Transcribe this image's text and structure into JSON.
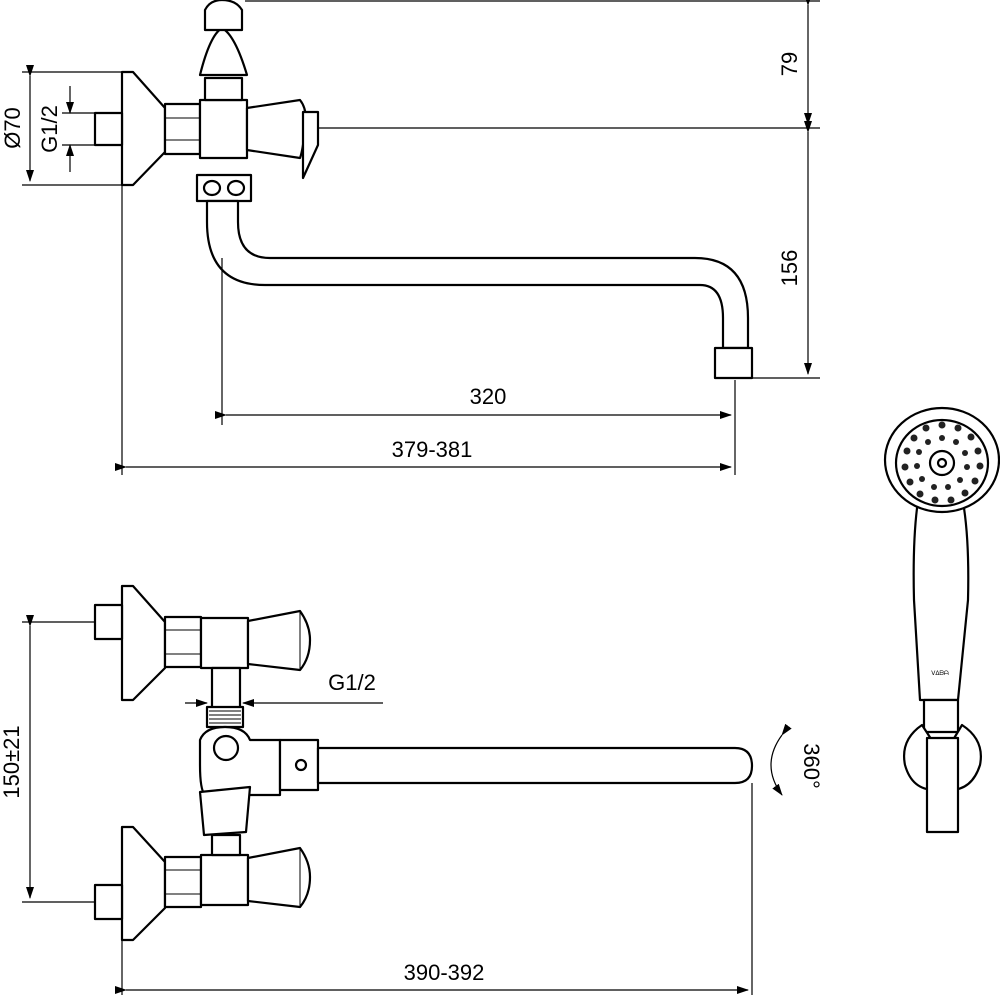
{
  "dimensions": {
    "top_height_upper": "79",
    "top_height_lower": "156",
    "flange_diameter": "Ø70",
    "thread_top": "G1/2",
    "spout_reach": "320",
    "total_reach_top": "379-381",
    "thread_front": "G1/2",
    "rotation": "360°",
    "inlet_spacing": "150±21",
    "total_reach_front": "390-392"
  },
  "colors": {
    "line": "#000000",
    "background": "#ffffff"
  }
}
